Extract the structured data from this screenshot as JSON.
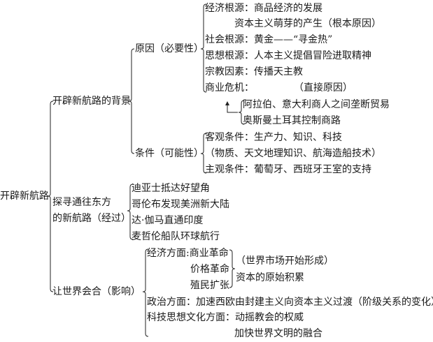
{
  "root": "开辟新航路",
  "background": {
    "label": "开辟新航路的背景",
    "causes": {
      "label": "原因（必要性）",
      "items": [
        "经济根源：商品经济的发展",
        "资本主义萌芽的产生（根本原因）",
        "社会根源：黄金——“寻金热”",
        "思想根源：人本主义提倡冒险进取精神",
        "宗教因素：传播天主教",
        "商业危机：",
        "（直接原因）"
      ],
      "crisis_details": [
        "阿拉伯、意大利商人之间垄断贸易",
        "奥斯曼土耳其控制商路"
      ]
    },
    "conditions": {
      "label": "条件（可能性）",
      "items": [
        "客观条件：生产力、知识、科技",
        "（物质、天文地理知识、航海造船技术）",
        "主观条件：葡萄牙、西班牙王室的支持"
      ]
    }
  },
  "process": {
    "label_line1": "探寻通往东方",
    "label_line2": "的新航路（经过）",
    "items": [
      "迪亚士抵达好望角",
      "哥伦布发现美洲新大陆",
      "达·伽马直通印度",
      "麦哲伦船队环球航行"
    ]
  },
  "impact": {
    "label": "让世界会合（影响）",
    "economy": {
      "prefix": "经济方面:商业革命",
      "items": [
        "价格革命",
        "殖民扩张"
      ],
      "results": [
        "（世界市场开始形成）",
        "资本的原始积累"
      ]
    },
    "politics": "政治方面：加速西欧由封建主义向资本主义过渡（阶级关系的变化）",
    "culture": "科技思想文化方面：动摇教会的权威",
    "culture2": "加快世界文明的融合"
  }
}
